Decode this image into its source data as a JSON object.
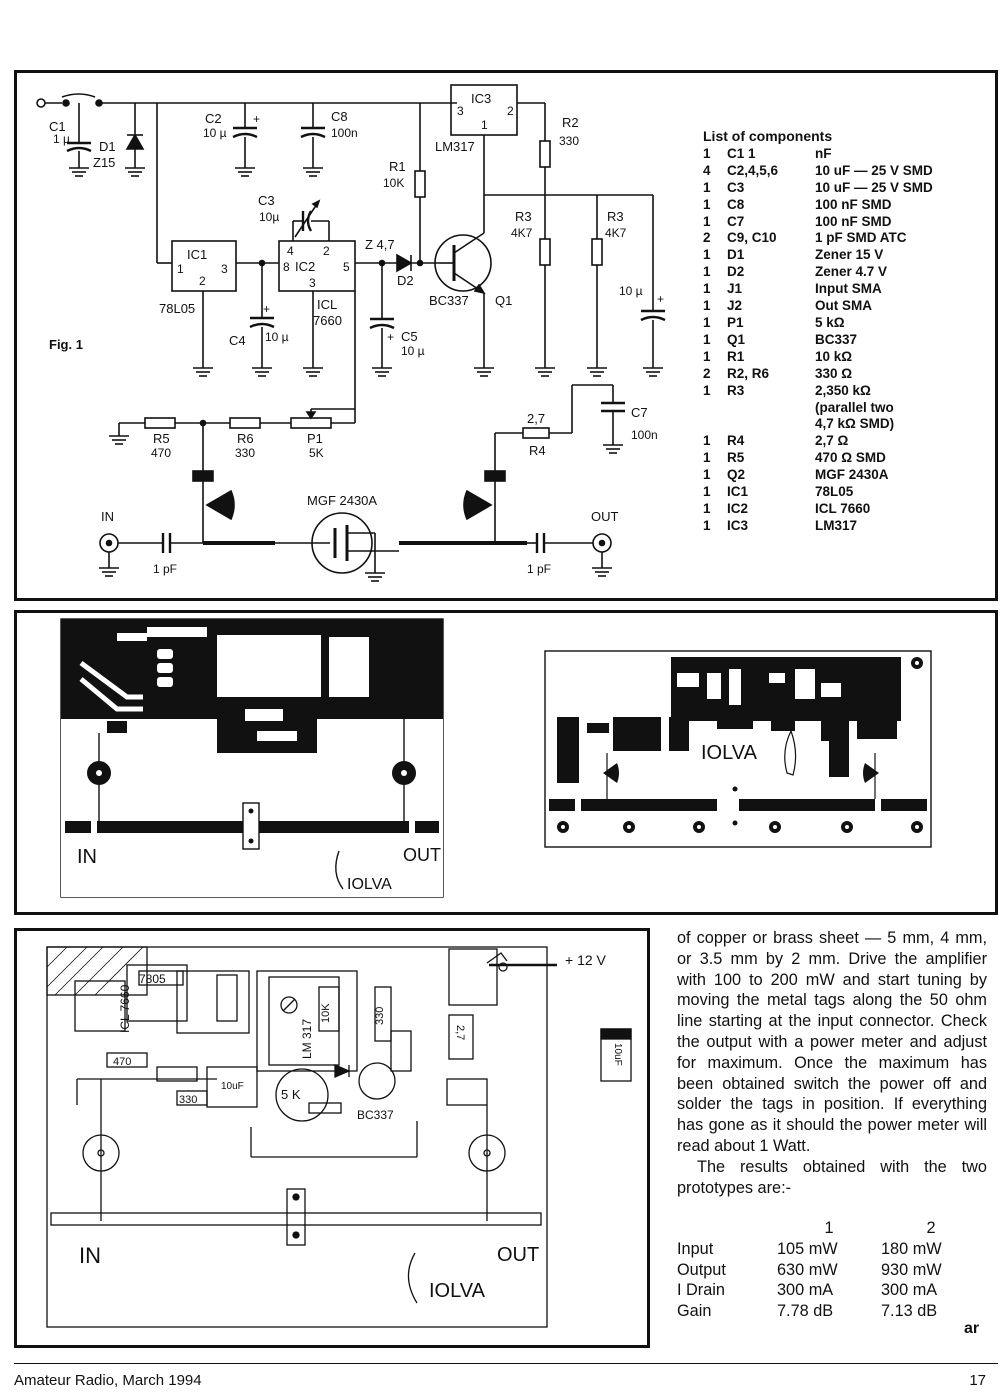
{
  "schematic": {
    "fig_label": "Fig. 1",
    "parts": {
      "c1": "C1",
      "c1_val": "1 µ",
      "d1": "D1",
      "d1_val": "Z15",
      "c2": "C2",
      "c2_val": "10 µ",
      "c8": "C8",
      "c8_val": "100n",
      "ic3": "IC3",
      "ic3_name": "LM317",
      "ic3_p1": "1",
      "ic3_p2": "2",
      "ic3_p3": "3",
      "r2": "R2",
      "r2_val": "330",
      "r1": "R1",
      "r1_val": "10K",
      "c3": "C3",
      "c3_val": "10µ",
      "z": "Z 4,7",
      "d2": "D2",
      "ic1": "IC1",
      "ic1_name": "78L05",
      "ic1_p1": "1",
      "ic1_p2": "2",
      "ic1_p3": "3",
      "ic2": "IC2",
      "ic2_name1": "ICL",
      "ic2_name2": "7660",
      "ic2_p2": "2",
      "ic2_p3": "3",
      "ic2_p4": "4",
      "ic2_p5": "5",
      "ic2_p8": "8",
      "c4": "C4",
      "c4_val": "10 µ",
      "c5": "C5",
      "c5_val": "10 µ",
      "r3a": "R3",
      "r3a_val": "4K7",
      "r3b": "R3",
      "r3b_val": "4K7",
      "q1": "Q1",
      "q1_name": "BC337",
      "c_out": "10 µ",
      "r5": "R5",
      "r5_val": "470",
      "r6": "R6",
      "r6_val": "330",
      "p1": "P1",
      "p1_val": "5K",
      "r4": "R4",
      "r4_val": "2,7",
      "c7": "C7",
      "c7_val": "100n",
      "q2_name": "MGF 2430A",
      "in": "IN",
      "out": "OUT",
      "c_in_val": "1 pF",
      "c_out_val": "1 pF"
    }
  },
  "components": {
    "title": "List of components",
    "rows": [
      {
        "qty": "1",
        "ref": "C1 1",
        "value": "nF"
      },
      {
        "qty": "4",
        "ref": "C2,4,5,6",
        "value": "10 uF — 25 V SMD"
      },
      {
        "qty": "1",
        "ref": "C3",
        "value": "10 uF — 25 V SMD"
      },
      {
        "qty": "1",
        "ref": "C8",
        "value": "100 nF SMD"
      },
      {
        "qty": "1",
        "ref": "C7",
        "value": "100 nF SMD"
      },
      {
        "qty": "2",
        "ref": "C9, C10",
        "value": "1 pF SMD ATC"
      },
      {
        "qty": "1",
        "ref": "D1",
        "value": "Zener 15 V"
      },
      {
        "qty": "1",
        "ref": "D2",
        "value": "Zener 4.7 V"
      },
      {
        "qty": "1",
        "ref": "J1",
        "value": "Input SMA"
      },
      {
        "qty": "1",
        "ref": "J2",
        "value": "Out SMA"
      },
      {
        "qty": "1",
        "ref": "P1",
        "value": "5 kΩ"
      },
      {
        "qty": "1",
        "ref": "Q1",
        "value": "BC337"
      },
      {
        "qty": "1",
        "ref": "R1",
        "value": "10 kΩ"
      },
      {
        "qty": "2",
        "ref": "R2, R6",
        "value": "330 Ω"
      },
      {
        "qty": "1",
        "ref": "R3",
        "value": "2,350 kΩ"
      },
      {
        "qty": "",
        "ref": "",
        "value": "(parallel two"
      },
      {
        "qty": "",
        "ref": "",
        "value": "4,7 kΩ SMD)"
      },
      {
        "qty": "1",
        "ref": "R4",
        "value": "2,7 Ω"
      },
      {
        "qty": "1",
        "ref": "R5",
        "value": "470 Ω SMD"
      },
      {
        "qty": "1",
        "ref": "Q2",
        "value": "MGF 2430A"
      },
      {
        "qty": "1",
        "ref": "IC1",
        "value": "78L05"
      },
      {
        "qty": "1",
        "ref": "IC2",
        "value": "ICL 7660"
      },
      {
        "qty": "1",
        "ref": "IC3",
        "value": "LM317"
      }
    ]
  },
  "pcb": {
    "left_in": "IN",
    "left_out": "OUT",
    "left_mark": "IOLVA",
    "right_mark": "IOLVA"
  },
  "layout": {
    "in": "IN",
    "out": "OUT",
    "mark": "IOLVA",
    "supply": "+ 12 V",
    "ic1": "7805",
    "ic2": "ICL 7660",
    "ic3": "LM 317",
    "r1": "10K",
    "r2": "330",
    "r4": "2,7",
    "r5": "470",
    "r6": "330",
    "p1": "5 K",
    "q1": "BC337",
    "cap": "10uF",
    "cap_side": "10uF"
  },
  "article": {
    "text": "of copper or brass sheet — 5 mm, 4 mm, or 3.5 mm by 2 mm. Drive the amplifier with 100 to 200 mW and start tuning by moving the metal tags along the 50 ohm line starting at the input connector. Check the output with a power meter and adjust for maximum. Once the maximum has been obtained switch the power off and solder the tags in position. If everything has gone as it should the power meter will read about 1 Watt.",
    "results_intro": "The results obtained with the two prototypes are:-",
    "results_cols": [
      "1",
      "2"
    ],
    "results": [
      {
        "label": "Input",
        "p1": "105 mW",
        "p2": "180 mW"
      },
      {
        "label": "Output",
        "p1": "630 mW",
        "p2": "930 mW"
      },
      {
        "label": "I Drain",
        "p1": "300 mA",
        "p2": "300 mA"
      },
      {
        "label": "Gain",
        "p1": "7.78 dB",
        "p2": "7.13 dB"
      }
    ],
    "end_mark": "ar"
  },
  "footer": {
    "publication": "Amateur Radio, March 1994",
    "page": "17"
  }
}
